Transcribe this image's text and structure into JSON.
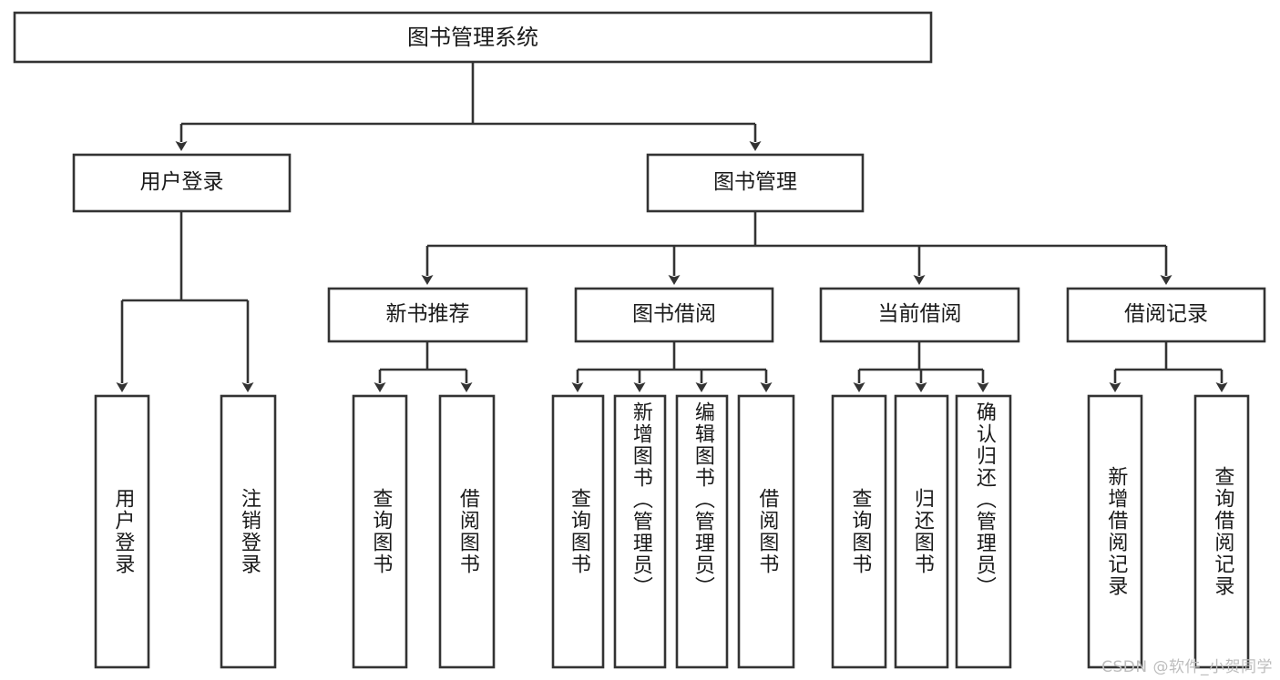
{
  "diagram": {
    "title": "图书管理系统",
    "type": "tree",
    "orientation": "top-down",
    "colors": {
      "stroke": "#333333",
      "box_fill": "#ffffff",
      "background": "#ffffff",
      "text": "#1a1a1a",
      "watermark": "#bdbdbd"
    },
    "root": {
      "label": "图书管理系统"
    },
    "level2": [
      {
        "label": "用户登录"
      },
      {
        "label": "图书管理"
      }
    ],
    "level3": [
      {
        "label": "新书推荐"
      },
      {
        "label": "图书借阅"
      },
      {
        "label": "当前借阅"
      },
      {
        "label": "借阅记录"
      }
    ],
    "leaves": {
      "user_login": [
        {
          "label": "用户登录"
        },
        {
          "label": "注销登录"
        }
      ],
      "new_book_recommend": [
        {
          "label": "查询图书"
        },
        {
          "label": "借阅图书"
        }
      ],
      "book_borrow": [
        {
          "label": "查询图书"
        },
        {
          "label": "新增图书（管理员）"
        },
        {
          "label": "编辑图书（管理员）"
        },
        {
          "label": "借阅图书"
        }
      ],
      "current_borrow": [
        {
          "label": "查询图书"
        },
        {
          "label": "归还图书"
        },
        {
          "label": "确认归还（管理员）"
        }
      ],
      "borrow_record": [
        {
          "label": "新增借阅记录"
        },
        {
          "label": "查询借阅记录"
        }
      ]
    }
  },
  "watermark": {
    "text": "CSDN @软件_小贺同学"
  }
}
